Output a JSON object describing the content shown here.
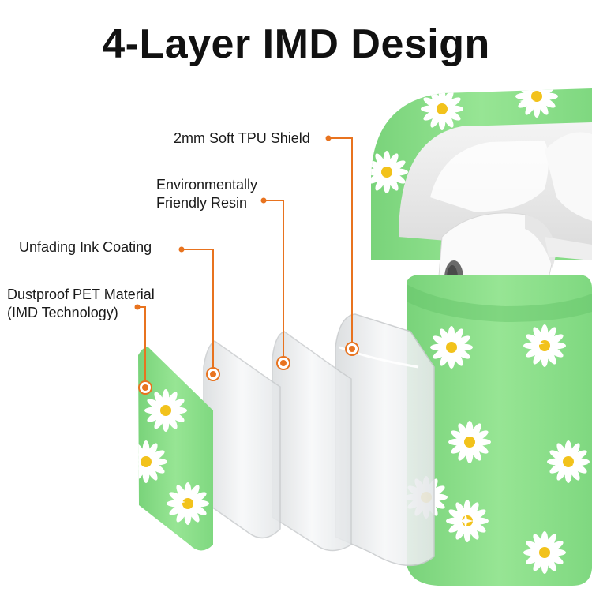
{
  "title": "4-Layer IMD Design",
  "layers": [
    {
      "id": "tpu",
      "lines": [
        "2mm Soft TPU Shield"
      ]
    },
    {
      "id": "resin",
      "lines": [
        "Environmentally",
        "Friendly Resin"
      ]
    },
    {
      "id": "ink",
      "lines": [
        "Unfading Ink Coating"
      ]
    },
    {
      "id": "pet",
      "lines": [
        "Dustproof PET Material",
        "(IMD Technology)"
      ]
    }
  ],
  "colors": {
    "leader": "#e8731f",
    "case_green": "#8ee28c",
    "case_green_dark": "#6fcf73",
    "petal": "#ffffff",
    "flower_center": "#f2c21b",
    "shell_clear": "#eef0f1"
  },
  "icons": [
    "daisy-icon",
    "sparkle-icon",
    "earbud-icon"
  ]
}
